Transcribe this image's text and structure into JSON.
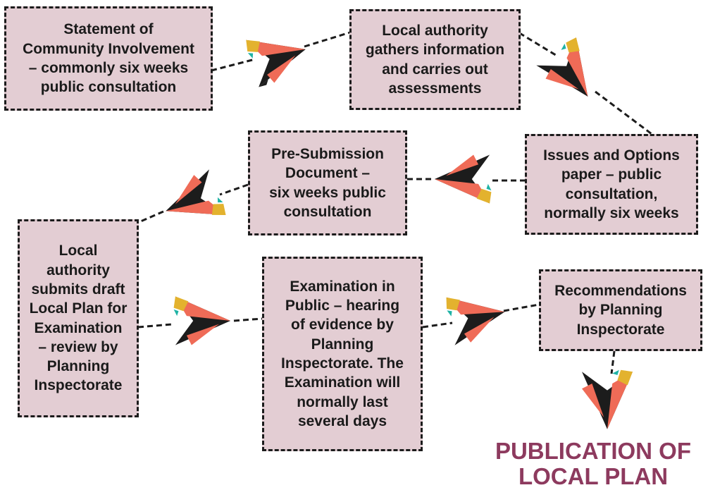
{
  "steps": [
    {
      "id": "s1",
      "text": "Statement of\nCommunity Involvement\n– commonly six weeks\npublic consultation"
    },
    {
      "id": "s2",
      "text": "Local authority\ngathers information\nand carries out\nassessments"
    },
    {
      "id": "s3",
      "text": "Issues and Options\npaper – public\nconsultation,\nnormally six weeks"
    },
    {
      "id": "s4",
      "text": "Pre-Submission\nDocument –\nsix weeks public\nconsultation"
    },
    {
      "id": "s5",
      "text": "Local\nauthority\nsubmits draft\nLocal Plan for\nExamination\n– review by\nPlanning\nInspectorate"
    },
    {
      "id": "s6",
      "text": "Examination in\nPublic – hearing\nof evidence by\nPlanning\nInspectorate. The\nExamination will\nnormally last\nseveral days"
    },
    {
      "id": "s7",
      "text": "Recommendations\nby Planning\nInspectorate"
    }
  ],
  "final": {
    "text": "PUBLICATION OF\nLOCAL PLAN"
  },
  "colors": {
    "box_fill": "#e3cdd3",
    "plane_dark": "#1c1c1c",
    "plane_coral": "#ef6b57",
    "plane_yellow": "#e3b22e",
    "plane_teal": "#1fb3a5",
    "final_text": "#8d3a5e"
  }
}
